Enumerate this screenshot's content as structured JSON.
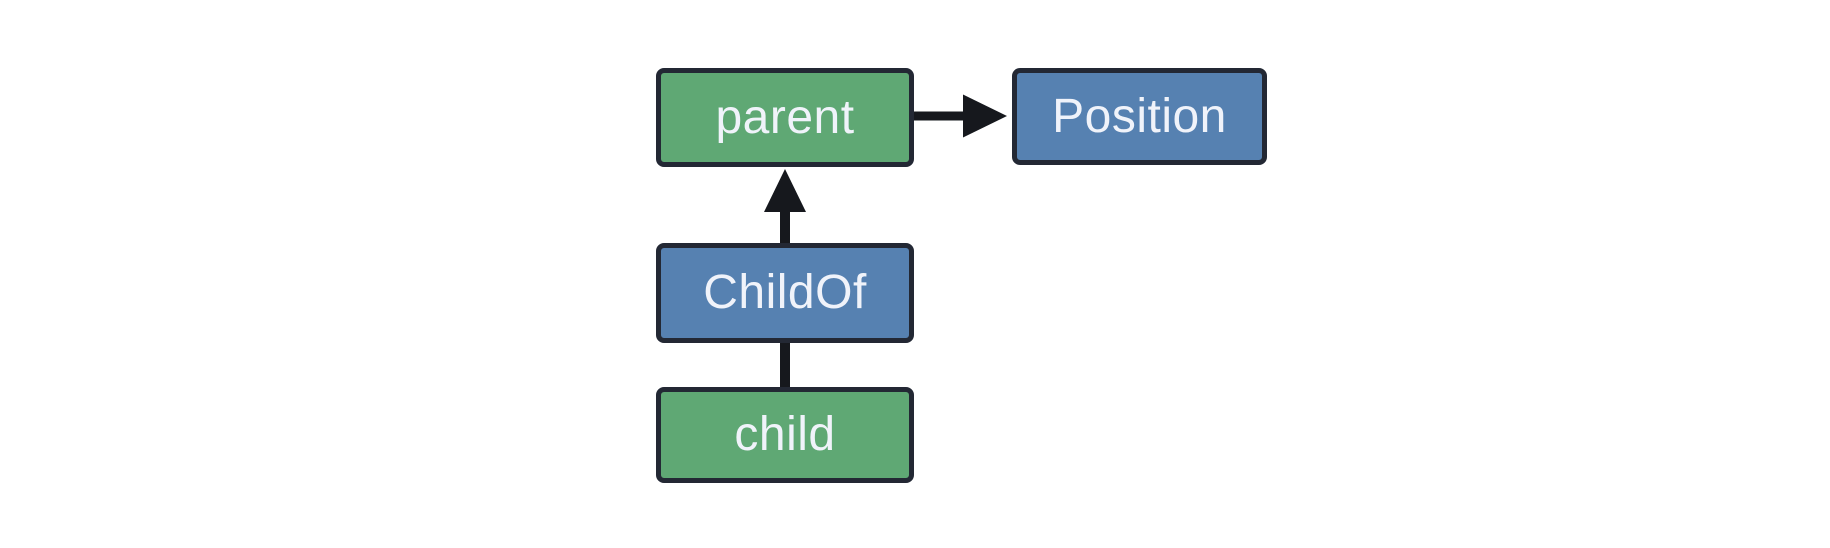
{
  "diagram": {
    "background": "#ffffff",
    "nodes": [
      {
        "id": "parent",
        "label": "parent",
        "fill": "#5fa874"
      },
      {
        "id": "Position",
        "label": "Position",
        "fill": "#5681b1"
      },
      {
        "id": "ChildOf",
        "label": "ChildOf",
        "fill": "#5681b1"
      },
      {
        "id": "child",
        "label": "child",
        "fill": "#5fa874"
      }
    ],
    "edges": [
      {
        "from": "parent",
        "to": "Position",
        "direction": "right",
        "arrowhead": true
      },
      {
        "from": "ChildOf",
        "to": "parent",
        "direction": "up",
        "arrowhead": true
      },
      {
        "from": "child",
        "to": "ChildOf",
        "direction": "up",
        "arrowhead": false
      }
    ],
    "colors": {
      "node_green": "#5fa874",
      "node_blue": "#5681b1",
      "node_border": "#232834",
      "edge": "#16181d",
      "text": "#f0f3fa"
    }
  }
}
